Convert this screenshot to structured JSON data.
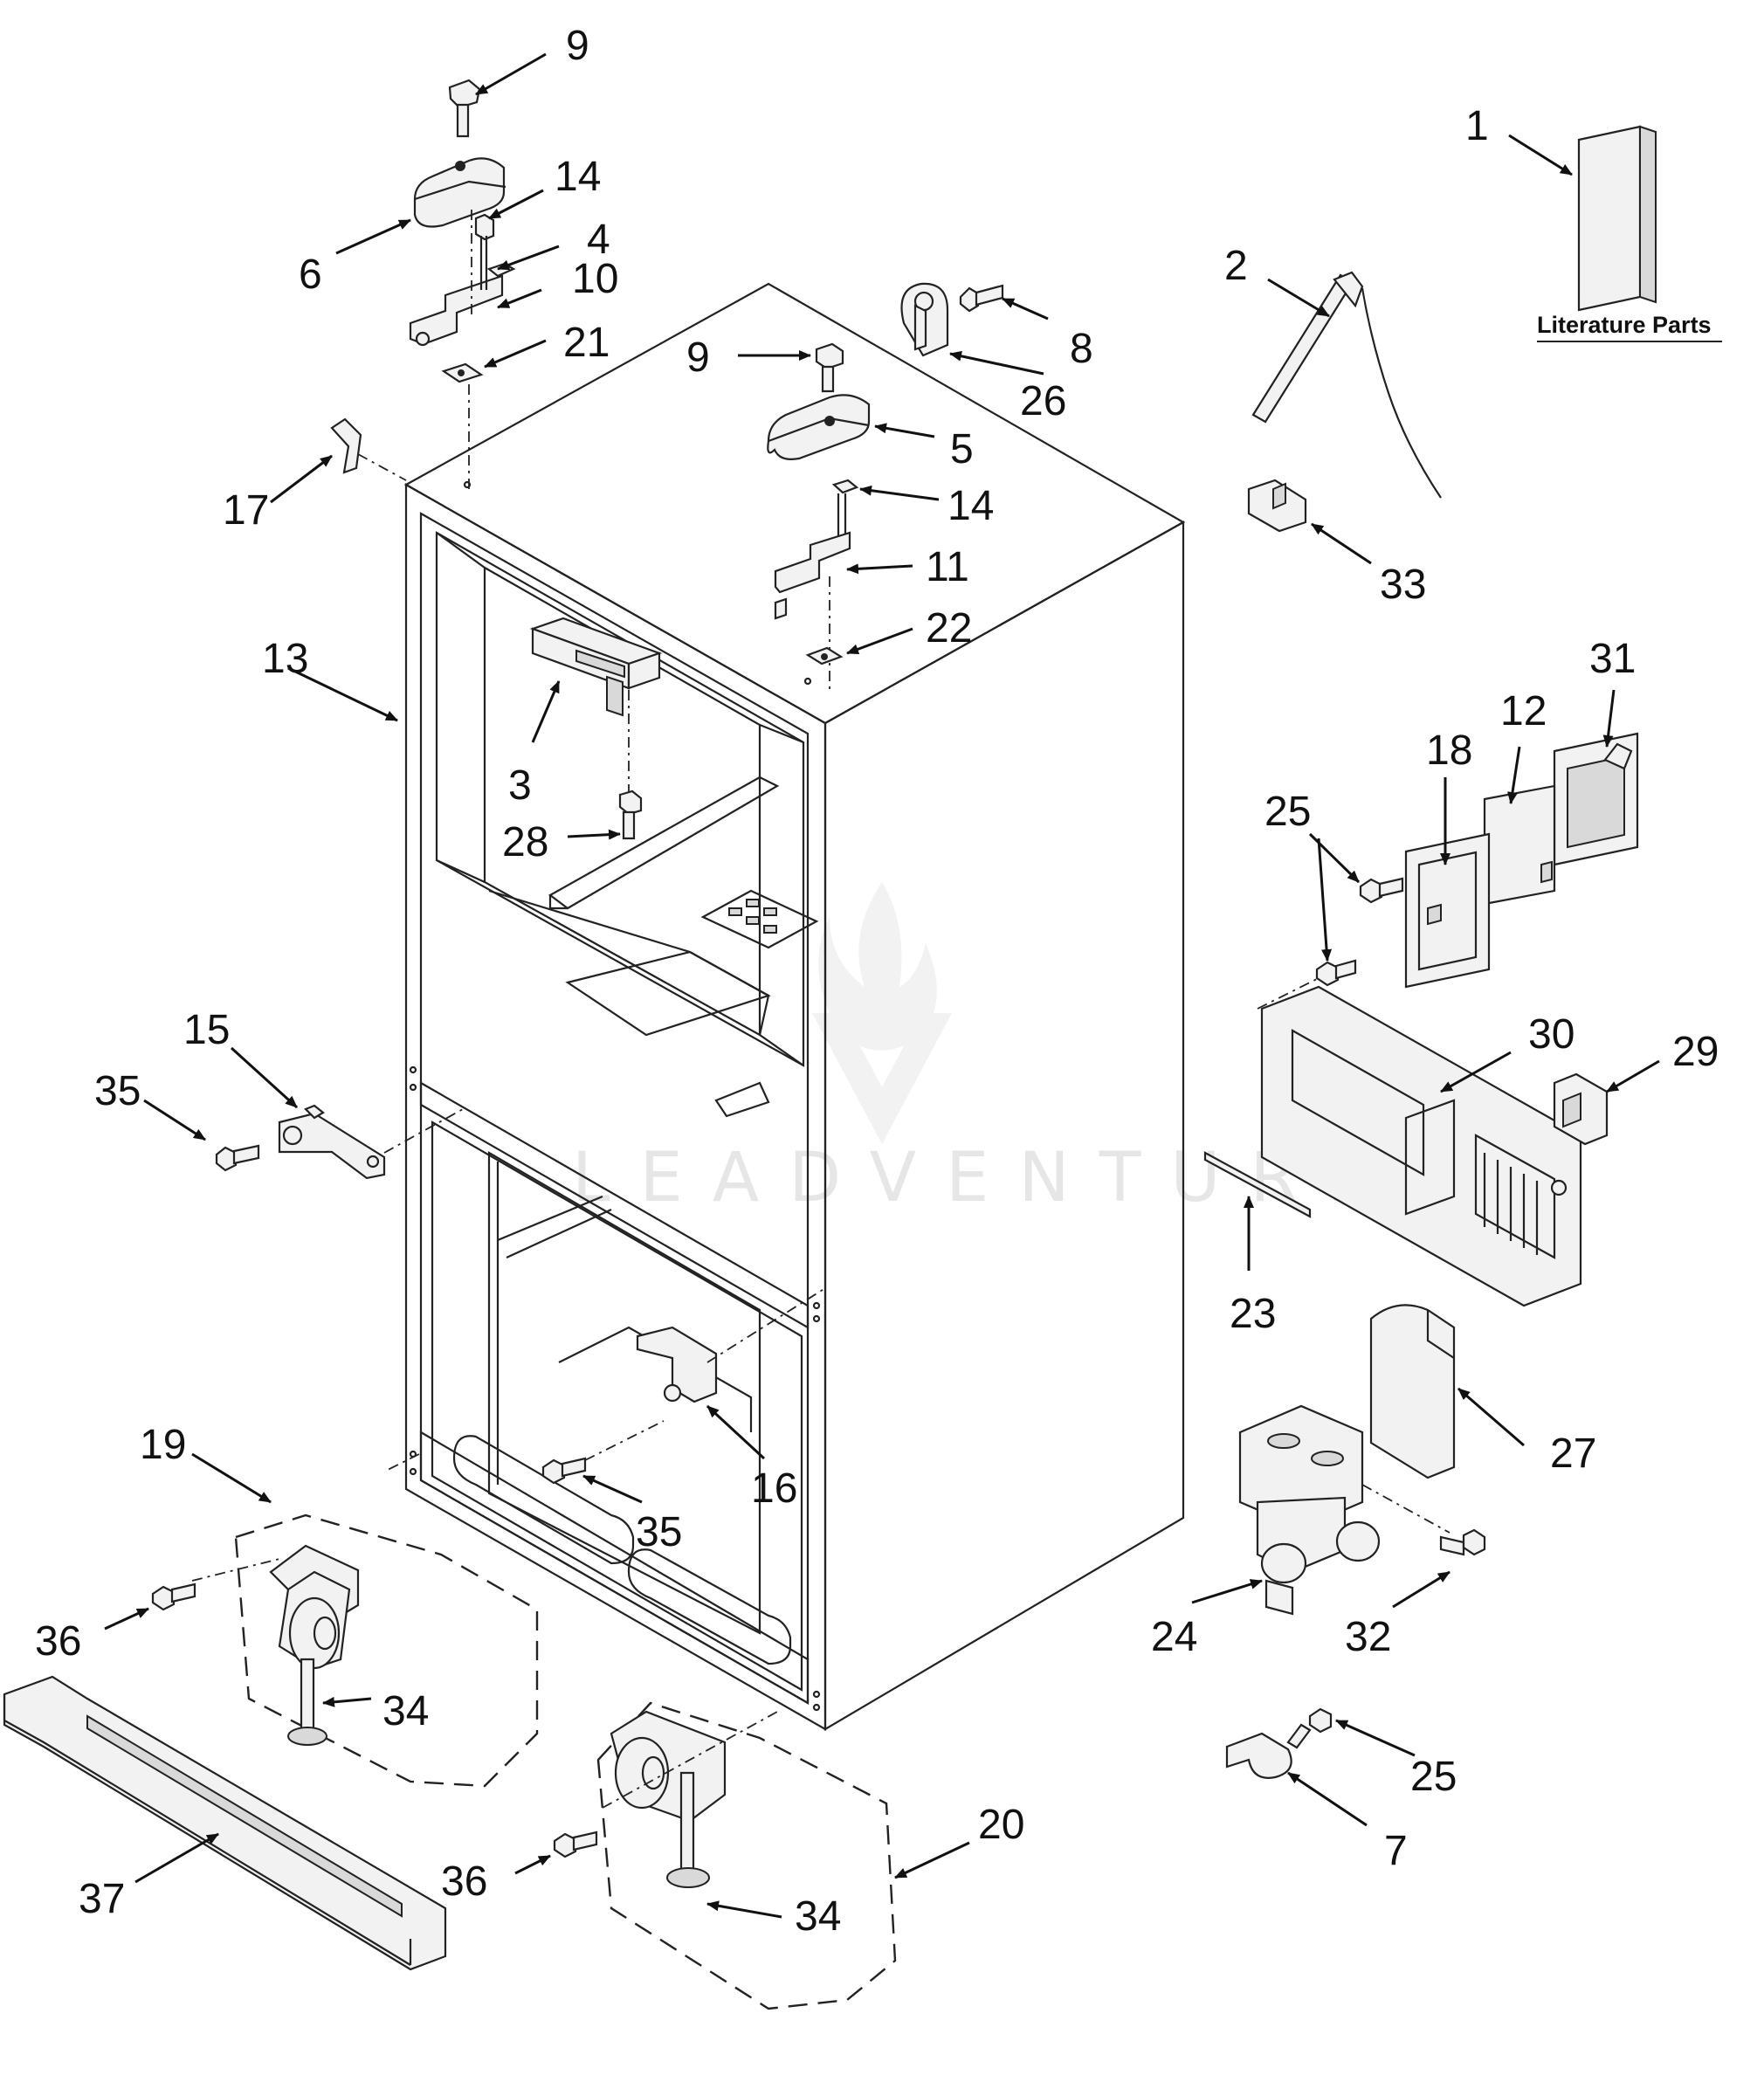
{
  "callouts": [
    {
      "id": "c1",
      "text": "1"
    },
    {
      "id": "c2",
      "text": "2"
    },
    {
      "id": "c3",
      "text": "3"
    },
    {
      "id": "c4",
      "text": "4"
    },
    {
      "id": "c5",
      "text": "5"
    },
    {
      "id": "c6",
      "text": "6"
    },
    {
      "id": "c7",
      "text": "7"
    },
    {
      "id": "c8",
      "text": "8"
    },
    {
      "id": "c9a",
      "text": "9"
    },
    {
      "id": "c9b",
      "text": "9"
    },
    {
      "id": "c10",
      "text": "10"
    },
    {
      "id": "c11",
      "text": "11"
    },
    {
      "id": "c12",
      "text": "12"
    },
    {
      "id": "c13",
      "text": "13"
    },
    {
      "id": "c14a",
      "text": "14"
    },
    {
      "id": "c14b",
      "text": "14"
    },
    {
      "id": "c15",
      "text": "15"
    },
    {
      "id": "c16",
      "text": "16"
    },
    {
      "id": "c17",
      "text": "17"
    },
    {
      "id": "c18",
      "text": "18"
    },
    {
      "id": "c19",
      "text": "19"
    },
    {
      "id": "c20",
      "text": "20"
    },
    {
      "id": "c21",
      "text": "21"
    },
    {
      "id": "c22",
      "text": "22"
    },
    {
      "id": "c23",
      "text": "23"
    },
    {
      "id": "c24",
      "text": "24"
    },
    {
      "id": "c25a",
      "text": "25"
    },
    {
      "id": "c25b",
      "text": "25"
    },
    {
      "id": "c26",
      "text": "26"
    },
    {
      "id": "c27",
      "text": "27"
    },
    {
      "id": "c28",
      "text": "28"
    },
    {
      "id": "c29",
      "text": "29"
    },
    {
      "id": "c30",
      "text": "30"
    },
    {
      "id": "c31",
      "text": "31"
    },
    {
      "id": "c32",
      "text": "32"
    },
    {
      "id": "c33",
      "text": "33"
    },
    {
      "id": "c34a",
      "text": "34"
    },
    {
      "id": "c34b",
      "text": "34"
    },
    {
      "id": "c35a",
      "text": "35"
    },
    {
      "id": "c35b",
      "text": "35"
    },
    {
      "id": "c36a",
      "text": "36"
    },
    {
      "id": "c36b",
      "text": "36"
    },
    {
      "id": "c37",
      "text": "37"
    }
  ],
  "literature_label": "Literature Parts",
  "watermark": "LEADVENTURE"
}
